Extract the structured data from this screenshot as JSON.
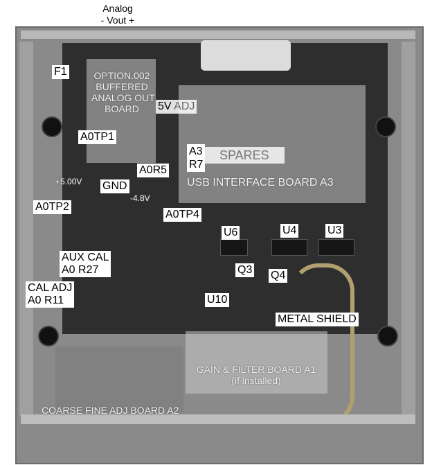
{
  "connector_label": {
    "line1": "Analog",
    "line2": "- Vout +"
  },
  "labels": {
    "f1": "F1",
    "option_board": [
      "OPTION.002",
      "BUFFERED",
      "ANALOG OUT",
      "BOARD"
    ],
    "adj5v_a": "5V",
    "adj5v_b": "ADJ",
    "a0tp1": "A0TP1",
    "a3": "A3",
    "r7": "R7",
    "spares": "SPARES",
    "a0r5": "A0R5",
    "usb_board": "USB INTERFACE BOARD A3",
    "plus5v": "+5.00V",
    "gnd": "GND",
    "minus48v": "-4.8V",
    "a0tp2": "A0TP2",
    "a0tp4": "A0TP4",
    "u6": "U6",
    "u4": "U4",
    "u3": "U3",
    "aux_cal": [
      "AUX CAL",
      "A0 R27"
    ],
    "q3": "Q3",
    "q4": "Q4",
    "cal_adj": [
      "CAL ADJ",
      "A0 R11"
    ],
    "u10": "U10",
    "metal_shield": "METAL SHIELD",
    "gain_board": [
      "GAIN & FILTER BOARD A1",
      "(if installed)"
    ],
    "coarse_board": "COARSE FINE ADJ BOARD A2"
  }
}
